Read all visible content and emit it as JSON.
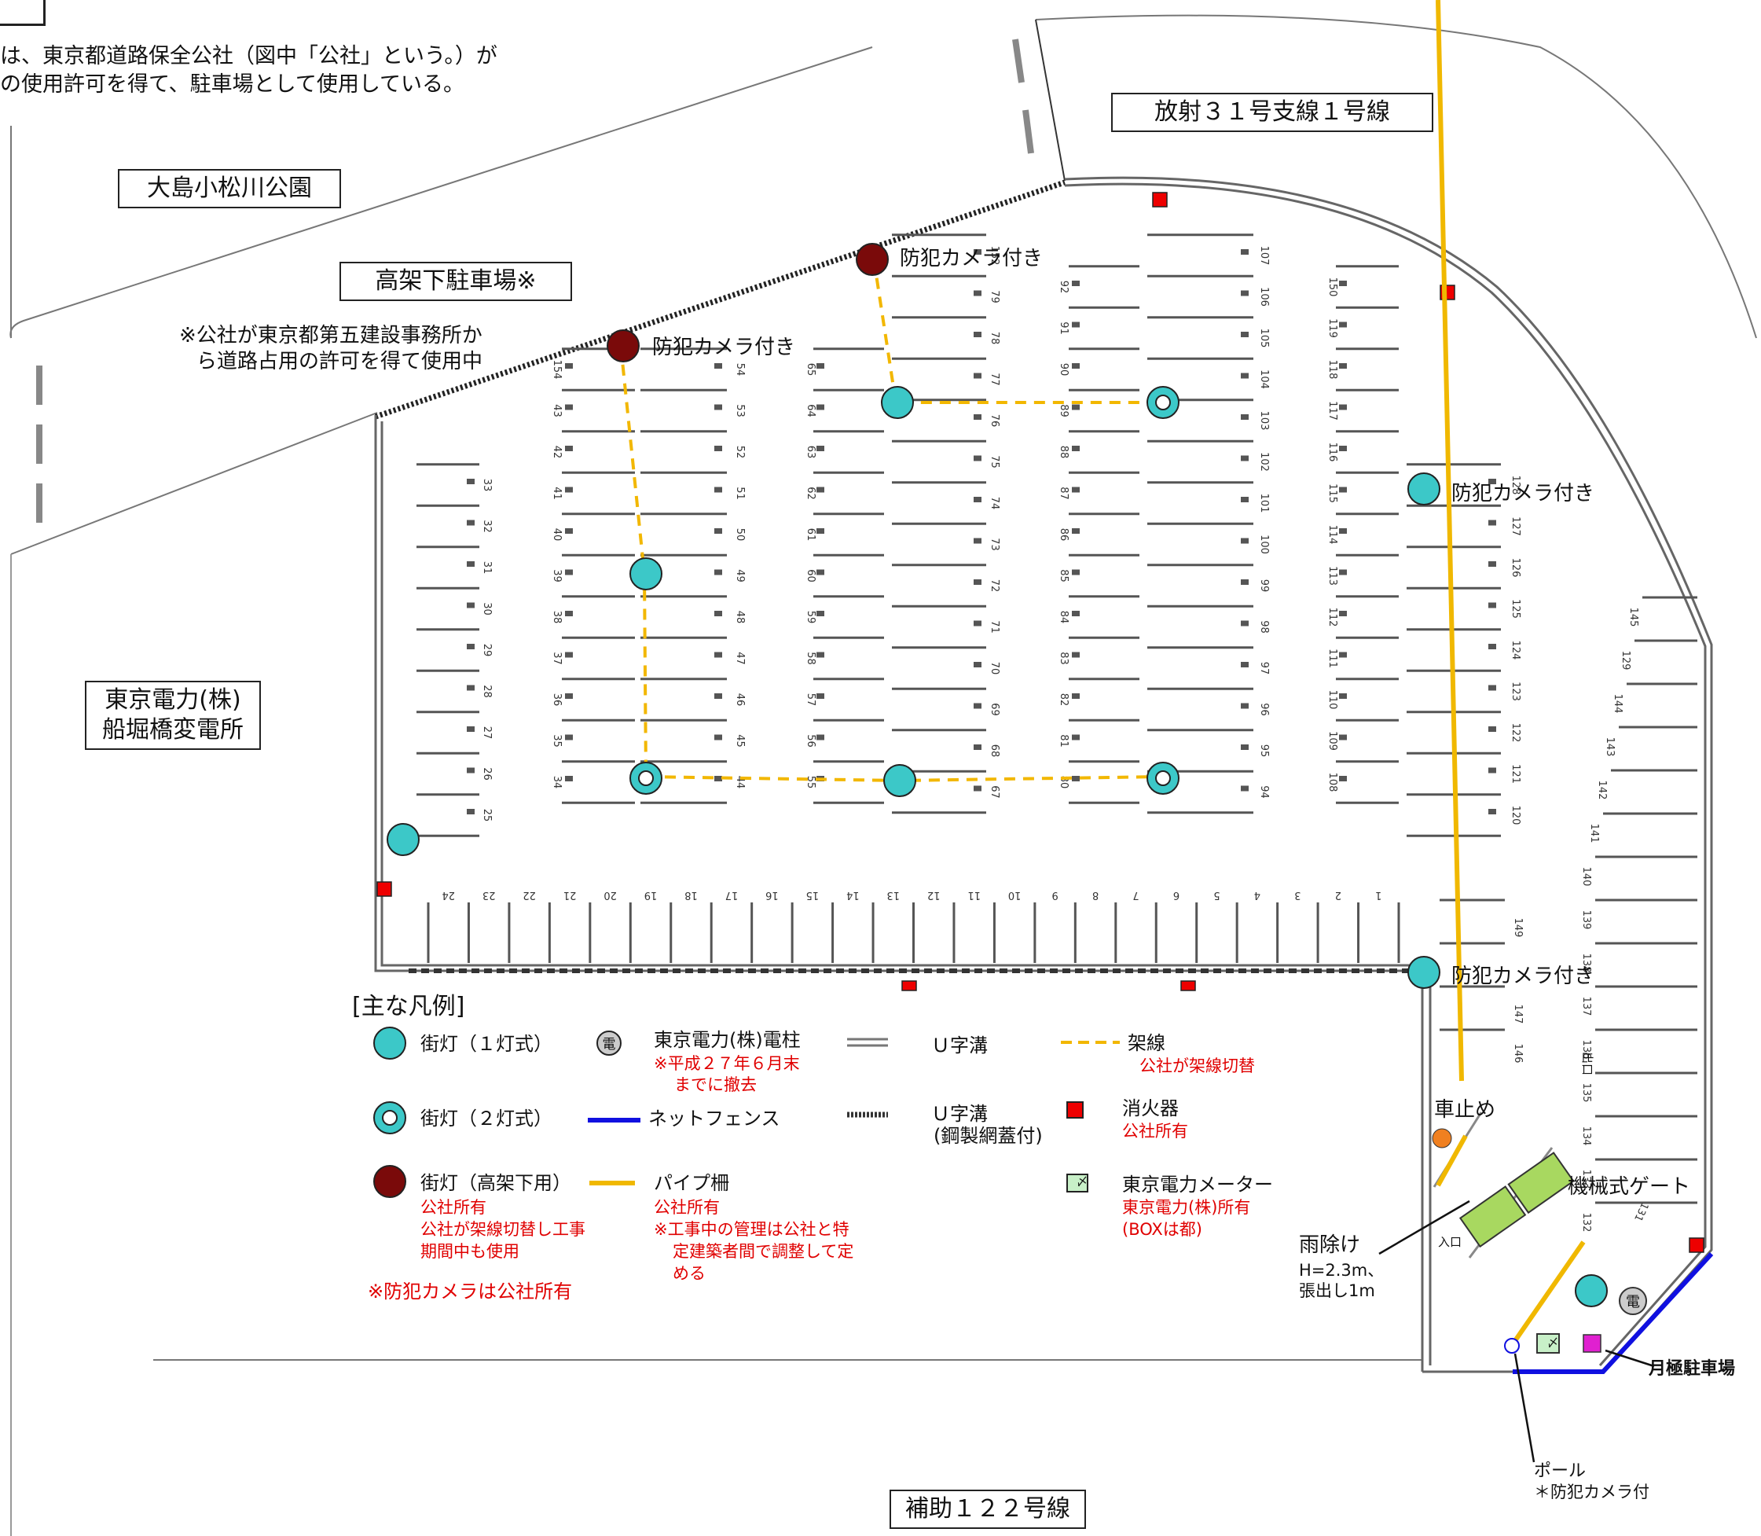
{
  "header_note": {
    "line1": "は、東京都道路保全公社（図中「公社」という。）が",
    "line2": "の使用許可を得て、駐車場として使用している。"
  },
  "areas": {
    "park": "大島小松川公園",
    "viaduct_parking": "高架下駐車場※",
    "viaduct_note_line1": "※公社が東京都第五建設事務所か",
    "viaduct_note_line2": "ら道路占用の許可を得て使用中",
    "road_north": "放射３１号支線１号線",
    "road_south": "補助１２２号線",
    "substation_line1": "東京電力(株)",
    "substation_line2": "船堀橋変電所"
  },
  "camera_label": "防犯カメラ付き",
  "gate": {
    "stopper": "車止め",
    "gate": "機械式ゲート",
    "canopy": "雨除け",
    "canopy_height": "H=2.3m、",
    "canopy_overhang": "張出し1m",
    "entrance": "入口",
    "exit": "出口",
    "monthly": "月極駐車場",
    "pole": "ポール",
    "pole_note": "＊防犯カメラ付"
  },
  "stall_numbers": {
    "bottom_row": [
      "24",
      "23",
      "22",
      "21",
      "20",
      "19",
      "18",
      "17",
      "16",
      "15",
      "14",
      "13",
      "12",
      "11",
      "10",
      "9",
      "8",
      "7",
      "6",
      "5",
      "4",
      "3",
      "2",
      "1"
    ],
    "col_a": [
      "33",
      "32",
      "31",
      "30",
      "29",
      "28",
      "27",
      "26",
      "25"
    ],
    "col_b": [
      "154",
      "43",
      "42",
      "41",
      "40",
      "39",
      "38",
      "37",
      "36",
      "35",
      "34"
    ],
    "col_c": [
      "54",
      "53",
      "52",
      "51",
      "50",
      "49",
      "48",
      "47",
      "46",
      "45",
      "44"
    ],
    "col_d": [
      "65",
      "64",
      "63",
      "62",
      "61",
      "60",
      "59",
      "58",
      "57",
      "56",
      "55"
    ],
    "col_e": [
      "152",
      "79",
      "78",
      "77",
      "76",
      "75",
      "74",
      "73",
      "72",
      "71",
      "70",
      "69",
      "68",
      "67"
    ],
    "col_f": [
      "92",
      "91",
      "90",
      "89",
      "88",
      "87",
      "86",
      "85",
      "84",
      "83",
      "82",
      "81",
      "80"
    ],
    "col_g": [
      "107",
      "106",
      "105",
      "104",
      "103",
      "102",
      "101",
      "100",
      "99",
      "98",
      "97",
      "96",
      "95",
      "94"
    ],
    "col_h": [
      "150",
      "119",
      "118",
      "117",
      "116",
      "115",
      "114",
      "113",
      "112",
      "111",
      "110",
      "109",
      "108"
    ],
    "col_i": [
      "128",
      "127",
      "126",
      "125",
      "124",
      "123",
      "122",
      "121",
      "120"
    ],
    "curve": [
      "145",
      "129",
      "144",
      "143",
      "142",
      "141",
      "140",
      "139",
      "138",
      "137",
      "136",
      "135",
      "134",
      "133",
      "132"
    ],
    "lower_right": [
      "149",
      "147",
      "146",
      "131"
    ]
  },
  "legend": {
    "title": "[主な凡例]",
    "lamp1": "街灯（１灯式）",
    "lamp2": "街灯（２灯式）",
    "lamp_viaduct": "街灯（高架下用）",
    "lamp_viaduct_note1": "公社所有",
    "lamp_viaduct_note2": "公社が架線切替し工事",
    "lamp_viaduct_note3": "期間中も使用",
    "camera_note": "※防犯カメラは公社所有",
    "pole_icon": "電",
    "pole": "東京電力(株)電柱",
    "pole_note1": "※平成２７年６月末",
    "pole_note2": "までに撤去",
    "fence": "ネットフェンス",
    "pipe": "パイプ柵",
    "pipe_note1": "公社所有",
    "pipe_note2": "※工事中の管理は公社と特",
    "pipe_note3": "定建築者間で調整して定",
    "pipe_note4": "める",
    "ditch": "Ｕ字溝",
    "ditch_cover": "Ｕ字溝",
    "ditch_cover2": "(鋼製網蓋付)",
    "wire": "架線",
    "wire_note": "公社が架線切替",
    "extinguisher": "消火器",
    "extinguisher_note": "公社所有",
    "meter": "東京電力メーター",
    "meter_note1": "東京電力(株)所有",
    "meter_note2": "(BOXは都)"
  },
  "colors": {
    "lamp": "#3cc8c8",
    "viaduct_lamp": "#7a0a0a",
    "wire": "#f2b700",
    "pipe": "#f0b800",
    "fence": "#1010e0",
    "extinguisher": "#ee0000",
    "meter": "#c8f0c8",
    "magenta": "#e020d0",
    "stopper": "#f08020",
    "legend_red": "#e00000"
  }
}
